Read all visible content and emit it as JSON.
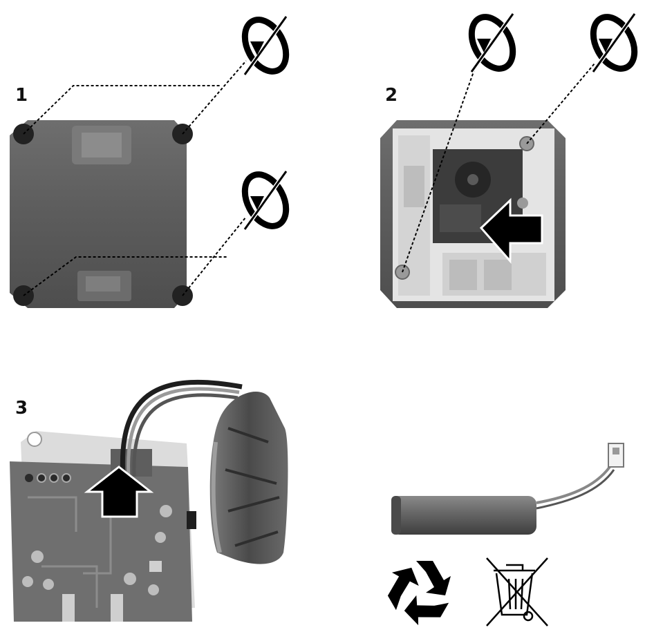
{
  "steps": [
    {
      "label": "1"
    },
    {
      "label": "2"
    },
    {
      "label": "3"
    }
  ],
  "icons": {
    "rotate": "rotate-screw-icon",
    "arrow": "push-arrow-icon",
    "recycle": "recycle-icon",
    "bin": "crossed-out-bin-icon"
  },
  "colors": {
    "housing": "#5a5a5a",
    "frame": "#e8e8e8",
    "board": "#6b6b6b",
    "battery": "#5c5c5c",
    "ink": "#000000"
  }
}
